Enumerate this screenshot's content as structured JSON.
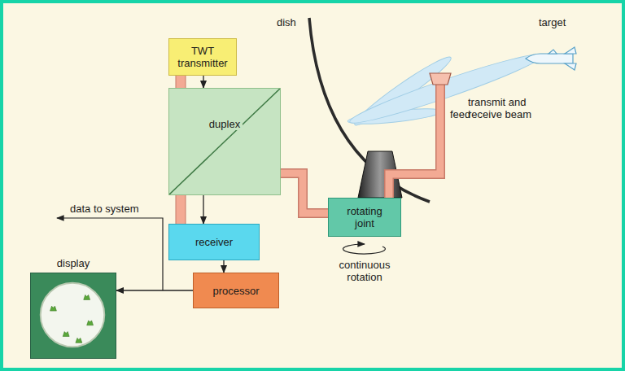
{
  "diagram": {
    "nodes": [
      {
        "text": [
          "TWT transmitter"
        ]
      },
      {
        "text": [
          "duplex"
        ]
      },
      {
        "text": [
          "receiver"
        ]
      },
      {
        "text": [
          "processor"
        ]
      },
      {
        "text": [
          "display"
        ]
      },
      {
        "text": [
          "rotating joint"
        ]
      }
    ],
    "edges": [
      {
        "from": 0,
        "to": 1,
        "arrow": "to"
      },
      {
        "from": 1,
        "to": 2,
        "arrow": "to"
      },
      {
        "from": 1,
        "to": 5,
        "arrow": "none"
      },
      {
        "from": 2,
        "to": 3,
        "arrow": "to"
      },
      {
        "from": 3,
        "to": 4,
        "arrow": "to"
      }
    ],
    "labels": [
      "dish",
      "target",
      "transmit and receive beam",
      "feed",
      "data to system",
      "continuous rotation"
    ]
  }
}
